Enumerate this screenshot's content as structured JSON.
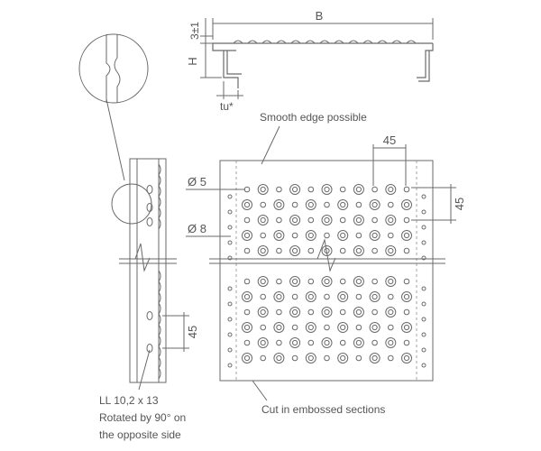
{
  "labels": {
    "width_dim": "B",
    "height_dim": "H",
    "tolerance_dim": "3±1",
    "thickness_dim": "tu*",
    "smooth_edge": "Smooth edge possible",
    "pitch_top": "45",
    "pitch_right": "45",
    "pitch_side": "45",
    "hole_small": "Ø 5",
    "hole_large": "Ø 8",
    "slot_size": "LL 10,2 x 13",
    "slot_rotated": "Rotated by 90° on",
    "slot_side": "the opposite side",
    "cut_note": "Cut in embossed sections"
  },
  "colors": {
    "line": "#6a6a6a",
    "text": "#555555",
    "background": "#ffffff"
  }
}
